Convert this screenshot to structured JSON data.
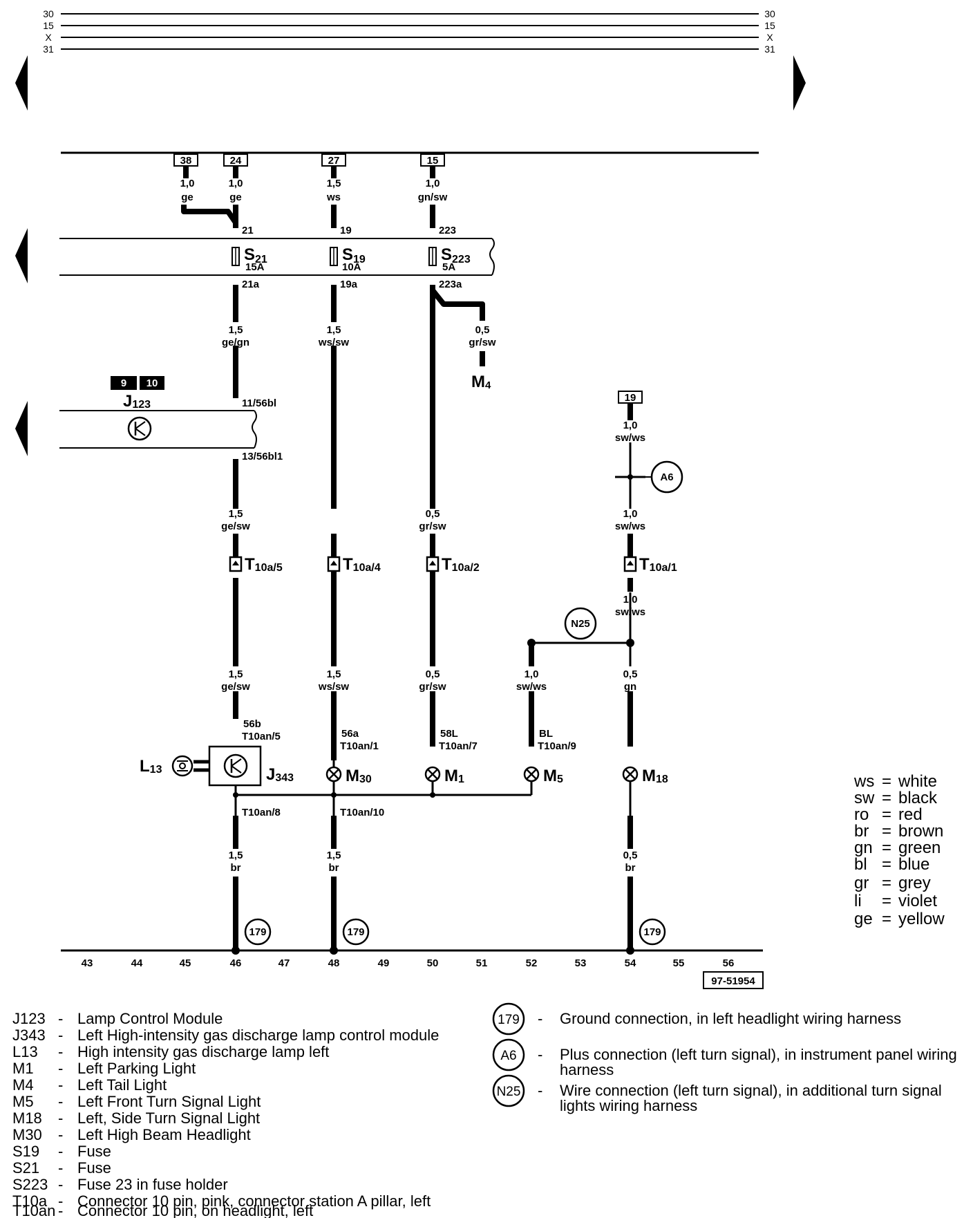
{
  "rails": [
    "30",
    "15",
    "X",
    "31"
  ],
  "fuse_box_terminals": [
    "38",
    "24",
    "27",
    "15"
  ],
  "wires": {
    "w38": [
      "1,0",
      "ge"
    ],
    "w24": [
      "1,0",
      "ge"
    ],
    "w27": [
      "1,5",
      "ws"
    ],
    "w15": [
      "1,0",
      "gn/sw"
    ],
    "s21_out": [
      "1,5",
      "ge/gn"
    ],
    "s19_out": [
      "1,5",
      "ws/sw"
    ],
    "m4_branch": [
      "0,5",
      "gr/sw"
    ],
    "c46_mid": [
      "1,5",
      "ge/sw"
    ],
    "c50_mid": [
      "0,5",
      "gr/sw"
    ],
    "c54_top": [
      "1,0",
      "sw/ws"
    ],
    "c54_mid": [
      "1,0",
      "sw/ws"
    ],
    "c54_low": [
      "1,0",
      "sw/ws"
    ],
    "c46_low": [
      "1,5",
      "ge/sw"
    ],
    "c48_low": [
      "1,5",
      "ws/sw"
    ],
    "c50_low": [
      "0,5",
      "gr/sw"
    ],
    "c52_low": [
      "1,0",
      "sw/ws"
    ],
    "c54_low2": [
      "0,5",
      "gn"
    ],
    "c46_gnd": [
      "1,5",
      "br"
    ],
    "c48_gnd": [
      "1,5",
      "br"
    ],
    "c54_gnd": [
      "0,5",
      "br"
    ]
  },
  "fuses": {
    "s21": {
      "in": "21",
      "name": "S",
      "sub": "21",
      "rating": "15A",
      "out": "21a"
    },
    "s19": {
      "in": "19",
      "name": "S",
      "sub": "19",
      "rating": "10A",
      "out": "19a"
    },
    "s223": {
      "in": "223",
      "name": "S",
      "sub": "223",
      "rating": "5A",
      "out": "223a"
    }
  },
  "m4": {
    "name": "M",
    "sub": "4"
  },
  "j123": {
    "name": "J",
    "sub": "123",
    "refs": [
      "9",
      "10"
    ],
    "pin_in": "11/56bl",
    "pin_out": "13/56bl1"
  },
  "terminal_19": "19",
  "a6": "A6",
  "n25": "N25",
  "connectors_t10a": {
    "c46": {
      "name": "T",
      "sub": "10a/5"
    },
    "c48": {
      "name": "T",
      "sub": "10a/4"
    },
    "c50": {
      "name": "T",
      "sub": "10a/2"
    },
    "c54": {
      "name": "T",
      "sub": "10a/1"
    }
  },
  "pins": {
    "c46": [
      "56b",
      "T10an/5"
    ],
    "c48": [
      "56a",
      "T10an/1"
    ],
    "c50": [
      "58L",
      "T10an/7"
    ],
    "c52": [
      "BL",
      "T10an/9"
    ],
    "c46_out": "T10an/8",
    "c48_out": "T10an/10"
  },
  "components": {
    "l13": {
      "name": "L",
      "sub": "13"
    },
    "j343": {
      "name": "J",
      "sub": "343"
    },
    "m30": {
      "name": "M",
      "sub": "30"
    },
    "m1": {
      "name": "M",
      "sub": "1"
    },
    "m5": {
      "name": "M",
      "sub": "5"
    },
    "m18": {
      "name": "M",
      "sub": "18"
    }
  },
  "grounds": [
    "179",
    "179",
    "179"
  ],
  "columns": [
    "43",
    "44",
    "45",
    "46",
    "47",
    "48",
    "49",
    "50",
    "51",
    "52",
    "53",
    "54",
    "55",
    "56"
  ],
  "diagram_ref": "97-51954",
  "color_codes": [
    {
      "code": "ws",
      "name": "white"
    },
    {
      "code": "sw",
      "name": "black"
    },
    {
      "code": "ro",
      "name": "red"
    },
    {
      "code": "br",
      "name": "brown"
    },
    {
      "code": "gn",
      "name": "green"
    },
    {
      "code": "bl",
      "name": "blue"
    },
    {
      "code": "gr",
      "name": "grey"
    },
    {
      "code": "li",
      "name": "violet"
    },
    {
      "code": "ge",
      "name": "yellow"
    }
  ],
  "legend": [
    {
      "code": "J123",
      "desc": "Lamp Control Module"
    },
    {
      "code": "J343",
      "desc": "Left High-intensity gas discharge lamp control module"
    },
    {
      "code": "L13",
      "desc": "High intensity gas discharge lamp left"
    },
    {
      "code": "M1",
      "desc": "Left Parking Light"
    },
    {
      "code": "M4",
      "desc": "Left Tail Light"
    },
    {
      "code": "M5",
      "desc": "Left Front Turn Signal Light"
    },
    {
      "code": "M18",
      "desc": "Left, Side Turn Signal Light"
    },
    {
      "code": "M30",
      "desc": "Left High Beam Headlight"
    },
    {
      "code": "S19",
      "desc": "Fuse"
    },
    {
      "code": "S21",
      "desc": "Fuse"
    },
    {
      "code": "S223",
      "desc": "Fuse 23 in fuse holder"
    },
    {
      "code": "T10a",
      "desc": "Connector 10 pin, pink, connector station A pillar, left"
    },
    {
      "code": "T10an",
      "desc": "Connector 10 pin, on headlight, left"
    }
  ],
  "connection_legend": [
    {
      "symbol": "179",
      "lines": [
        "Ground connection, in left headlight wiring harness"
      ]
    },
    {
      "symbol": "A6",
      "lines": [
        "Plus connection (left turn signal), in instrument panel wiring",
        "harness"
      ]
    },
    {
      "symbol": "N25",
      "lines": [
        "Wire connection (left turn signal), in additional turn signal",
        "lights wiring harness"
      ]
    }
  ]
}
